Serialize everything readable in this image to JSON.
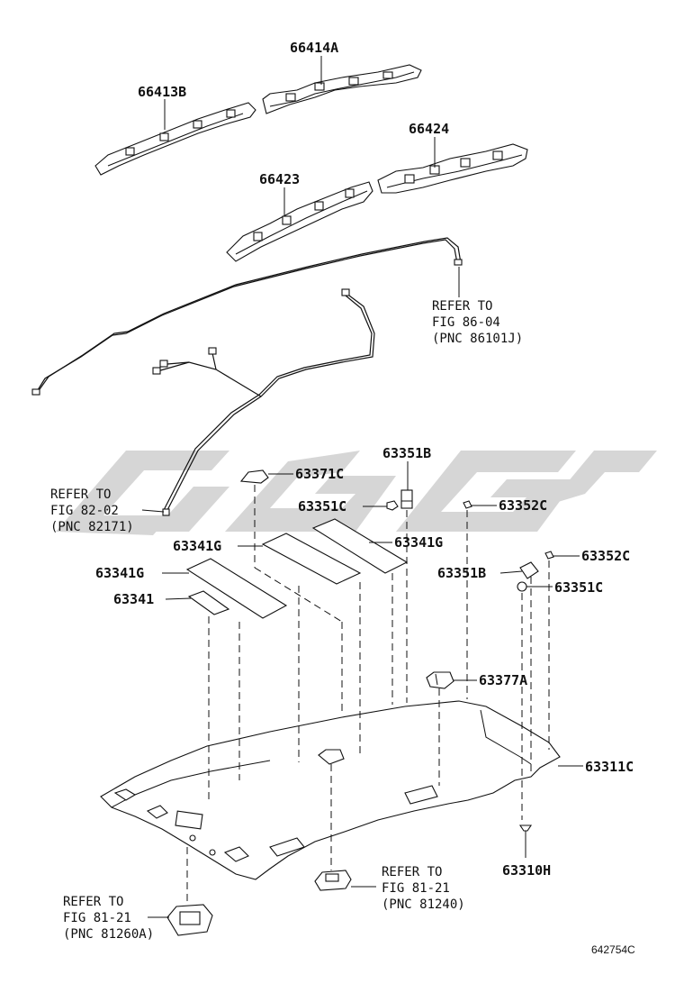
{
  "labels": {
    "p66414A": "66414A",
    "p66413B": "66413B",
    "p66424": "66424",
    "p66423": "66423",
    "p63351B_top": "63351B",
    "p63371C": "63371C",
    "p63351C_top": "63351C",
    "p63352C_top": "63352C",
    "p63341G_a": "63341G",
    "p63341G_b": "63341G",
    "p63341G_c": "63341G",
    "p63341": "63341",
    "p63352C_right": "63352C",
    "p63351B_right": "63351B",
    "p63351C_right": "63351C",
    "p63377A": "63377A",
    "p63311C": "63311C",
    "p63310H": "63310H"
  },
  "refs": {
    "ref_86_04": [
      "REFER TO",
      "FIG 86-04",
      "(PNC 86101J)"
    ],
    "ref_82_02": [
      "REFER TO",
      "FIG 82-02",
      "(PNC 82171)"
    ],
    "ref_81_21_right": [
      "REFER TO",
      "FIG 81-21",
      "(PNC 81240)"
    ],
    "ref_81_21_left": [
      "REFER TO",
      "FIG 81-21",
      "(PNC 81260A)"
    ]
  },
  "diagram_code": "642754C",
  "colors": {
    "line": "#111111",
    "watermark": "#d4d4d4"
  }
}
